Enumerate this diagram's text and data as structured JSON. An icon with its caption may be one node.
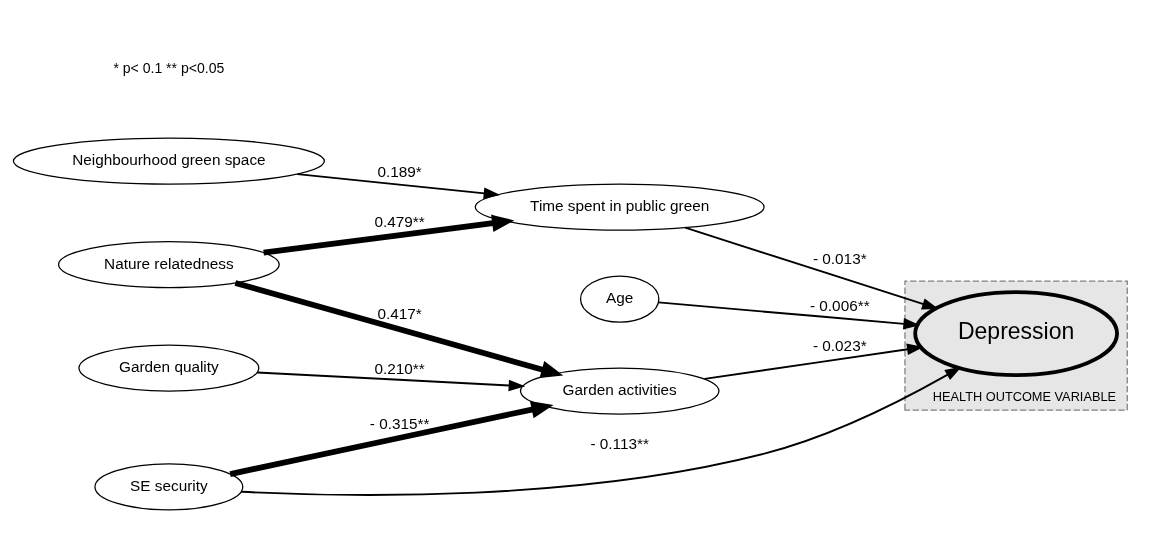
{
  "diagram": {
    "nodes": [
      {
        "text": [
          "Nature relatedness"
        ]
      },
      {
        "text": [
          "Garden quality"
        ]
      },
      {
        "text": [
          "Time spent in public green"
        ]
      },
      {
        "text": [
          "Age"
        ]
      },
      {
        "text": [
          "Garden activities"
        ]
      },
      {
        "text": [
          "Neighbourhood green space"
        ]
      },
      {
        "text": [
          "SE security"
        ]
      },
      {
        "text": [
          "HEALTH OUTCOME VARIABLE"
        ]
      },
      {
        "text": [
          "Depression"
        ],
        "in": 7
      }
    ],
    "edges": [
      {
        "from": 1,
        "to": 4,
        "arrow": "to",
        "label": "0.210**"
      },
      {
        "from": 0,
        "to": 4,
        "arrow": "to",
        "label": "0.417*",
        "style": "thick"
      },
      {
        "from": 0,
        "to": 2,
        "arrow": "to",
        "label": "0.479**",
        "style": "thick"
      },
      {
        "from": 5,
        "to": 2,
        "arrow": "to",
        "label": "0.189*"
      },
      {
        "from": 6,
        "to": 4,
        "arrow": "to",
        "label": "- 0.315**",
        "style": "thick"
      },
      {
        "from": 4,
        "to": 8,
        "arrow": "to",
        "label": "- 0.023*"
      },
      {
        "from": 2,
        "to": 8,
        "arrow": "to",
        "label": "- 0.013*"
      },
      {
        "from": 6,
        "to": 8,
        "arrow": "to",
        "label": "- 0.113**"
      },
      {
        "from": 3,
        "to": 8,
        "arrow": "to",
        "label": "- 0.006**"
      }
    ],
    "labels": [
      "* p< 0.1 ** p<0.05"
    ]
  }
}
